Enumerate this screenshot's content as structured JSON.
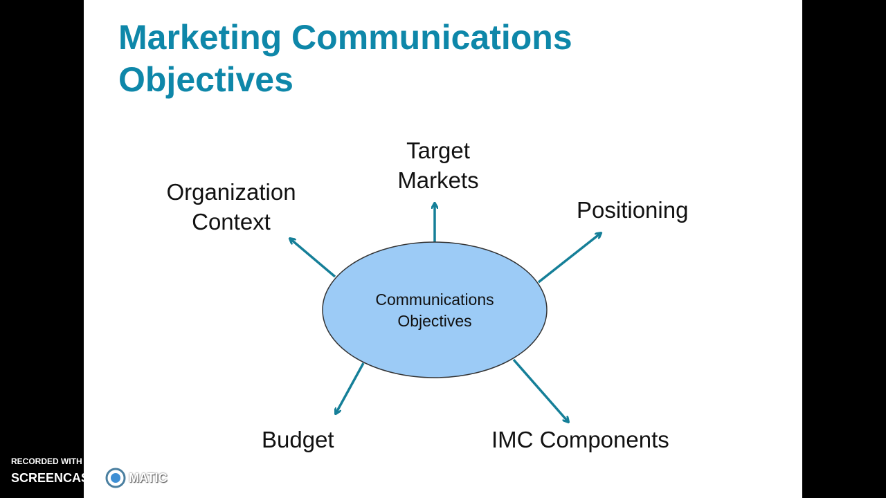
{
  "slide": {
    "title_line1": "Marketing Communications",
    "title_line2": "Objectives",
    "center": {
      "line1": "Communications",
      "line2": "Objectives"
    },
    "nodes": {
      "target_markets": {
        "line1": "Target",
        "line2": "Markets"
      },
      "organization_context": {
        "line1": "Organization",
        "line2": "Context"
      },
      "positioning": "Positioning",
      "budget": "Budget",
      "imc_components": "IMC Components"
    },
    "colors": {
      "title": "#0e87a9",
      "arrow": "#157f98",
      "ellipse_fill": "#9ccbf6",
      "ellipse_stroke": "#333333"
    }
  },
  "watermark": {
    "recorded_with": "RECORDED WITH",
    "brand_left": "SCREENCAST",
    "brand_right": "MATIC"
  }
}
